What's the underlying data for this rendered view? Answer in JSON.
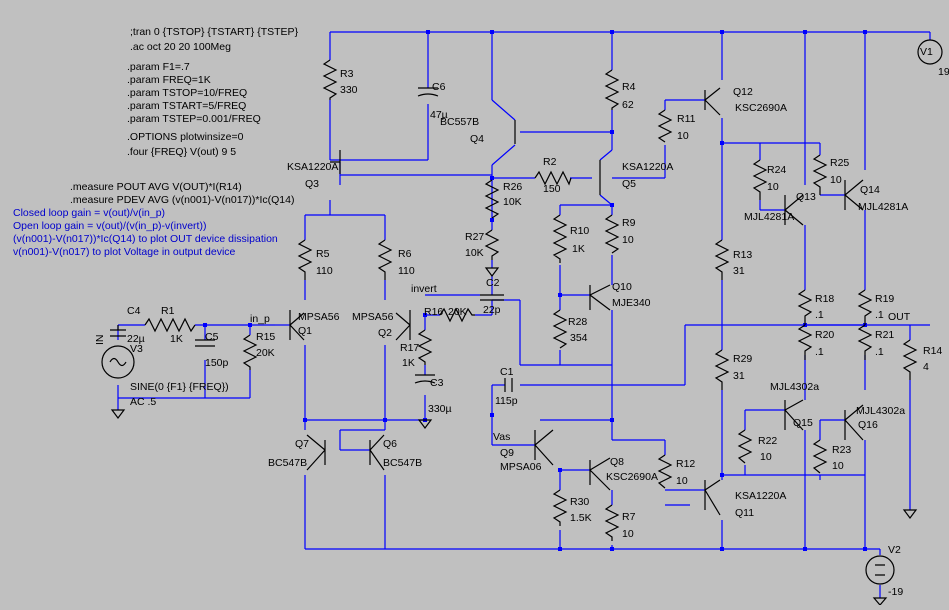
{
  "directives": [
    ";tran 0 {TSTOP} {TSTART} {TSTEP}",
    ".ac oct 20 20 100Meg",
    ".param F1=.7",
    ".param FREQ=1K",
    ".param TSTOP=10/FREQ",
    ".param TSTART=5/FREQ",
    ".param TSTEP=0.001/FREQ",
    ".OPTIONS plotwinsize=0",
    ".four {FREQ} V(out) 9 5",
    ".measure POUT AVG V(OUT)*I(R14)",
    ".measure PDEV AVG (v(n001)-V(n017))*Ic(Q14)"
  ],
  "comments": [
    "Closed loop gain = v(out)/v(in_p)",
    "Open loop gain = v(out)/(v(in_p)-v(invert))",
    "(v(n001)-V(n017))*Ic(Q14) to plot OUT device dissipation",
    "v(n001)-V(n017) to plot Voltage in output device"
  ],
  "colors": {
    "background": "#c0c0c0",
    "wire": "#0000ff",
    "component": "#000000",
    "comment": "#0000cc"
  },
  "resistors": [
    {
      "ref": "R3",
      "value": "330"
    },
    {
      "ref": "R4",
      "value": "62"
    },
    {
      "ref": "R2",
      "value": "150"
    },
    {
      "ref": "R26",
      "value": "10K"
    },
    {
      "ref": "R27",
      "value": "10K"
    },
    {
      "ref": "R9",
      "value": "10"
    },
    {
      "ref": "R10",
      "value": "1K"
    },
    {
      "ref": "R28",
      "value": "354"
    },
    {
      "ref": "R11",
      "value": "10"
    },
    {
      "ref": "R13",
      "value": "31"
    },
    {
      "ref": "R29",
      "value": "31"
    },
    {
      "ref": "R24",
      "value": "10"
    },
    {
      "ref": "R25",
      "value": "10"
    },
    {
      "ref": "R18",
      "value": ".1"
    },
    {
      "ref": "R19",
      "value": ".1"
    },
    {
      "ref": "R20",
      "value": ".1"
    },
    {
      "ref": "R21",
      "value": ".1"
    },
    {
      "ref": "R14",
      "value": "4"
    },
    {
      "ref": "R22",
      "value": "10"
    },
    {
      "ref": "R23",
      "value": "10"
    },
    {
      "ref": "R12",
      "value": "10"
    },
    {
      "ref": "R5",
      "value": "110"
    },
    {
      "ref": "R6",
      "value": "110"
    },
    {
      "ref": "R1",
      "value": "1K"
    },
    {
      "ref": "R15",
      "value": "20K"
    },
    {
      "ref": "R16",
      "value": "20K"
    },
    {
      "ref": "R17",
      "value": "1K"
    },
    {
      "ref": "R30",
      "value": "1.5K"
    },
    {
      "ref": "R7",
      "value": "10"
    }
  ],
  "capacitors": [
    {
      "ref": "C6",
      "value": "47µ"
    },
    {
      "ref": "C2",
      "value": "22p"
    },
    {
      "ref": "C1",
      "value": "115p"
    },
    {
      "ref": "C3",
      "value": "330µ"
    },
    {
      "ref": "C4",
      "value": "22µ"
    },
    {
      "ref": "C5",
      "value": "150p"
    }
  ],
  "transistors": [
    {
      "ref": "Q3",
      "part": "KSA1220A"
    },
    {
      "ref": "Q4",
      "part": "BC557B"
    },
    {
      "ref": "Q5",
      "part": "KSA1220A"
    },
    {
      "ref": "Q12",
      "part": "KSC2690A"
    },
    {
      "ref": "Q13",
      "part": "MJL4281A"
    },
    {
      "ref": "Q14",
      "part": "MJL4281A"
    },
    {
      "ref": "Q10",
      "part": "MJE340"
    },
    {
      "ref": "Q1",
      "part": "MPSA56"
    },
    {
      "ref": "Q2",
      "part": "MPSA56"
    },
    {
      "ref": "Q7",
      "part": "BC547B"
    },
    {
      "ref": "Q6",
      "part": "BC547B"
    },
    {
      "ref": "Q9",
      "part": "MPSA06"
    },
    {
      "ref": "Q8",
      "part": "KSC2690A"
    },
    {
      "ref": "Q11",
      "part": "KSA1220A"
    },
    {
      "ref": "Q15",
      "part": "MJL4302a"
    },
    {
      "ref": "Q16",
      "part": "MJL4302a"
    }
  ],
  "sources": {
    "v1": {
      "ref": "V1",
      "value": "19"
    },
    "v2": {
      "ref": "V2",
      "value": "-19"
    },
    "v3": {
      "ref": "V3",
      "label": "IN",
      "spec": "SINE(0 {F1} {FREQ})",
      "ac": "AC .5"
    }
  },
  "nets": {
    "in_p": "in_p",
    "invert": "invert",
    "out": "OUT",
    "vas": "Vas"
  }
}
